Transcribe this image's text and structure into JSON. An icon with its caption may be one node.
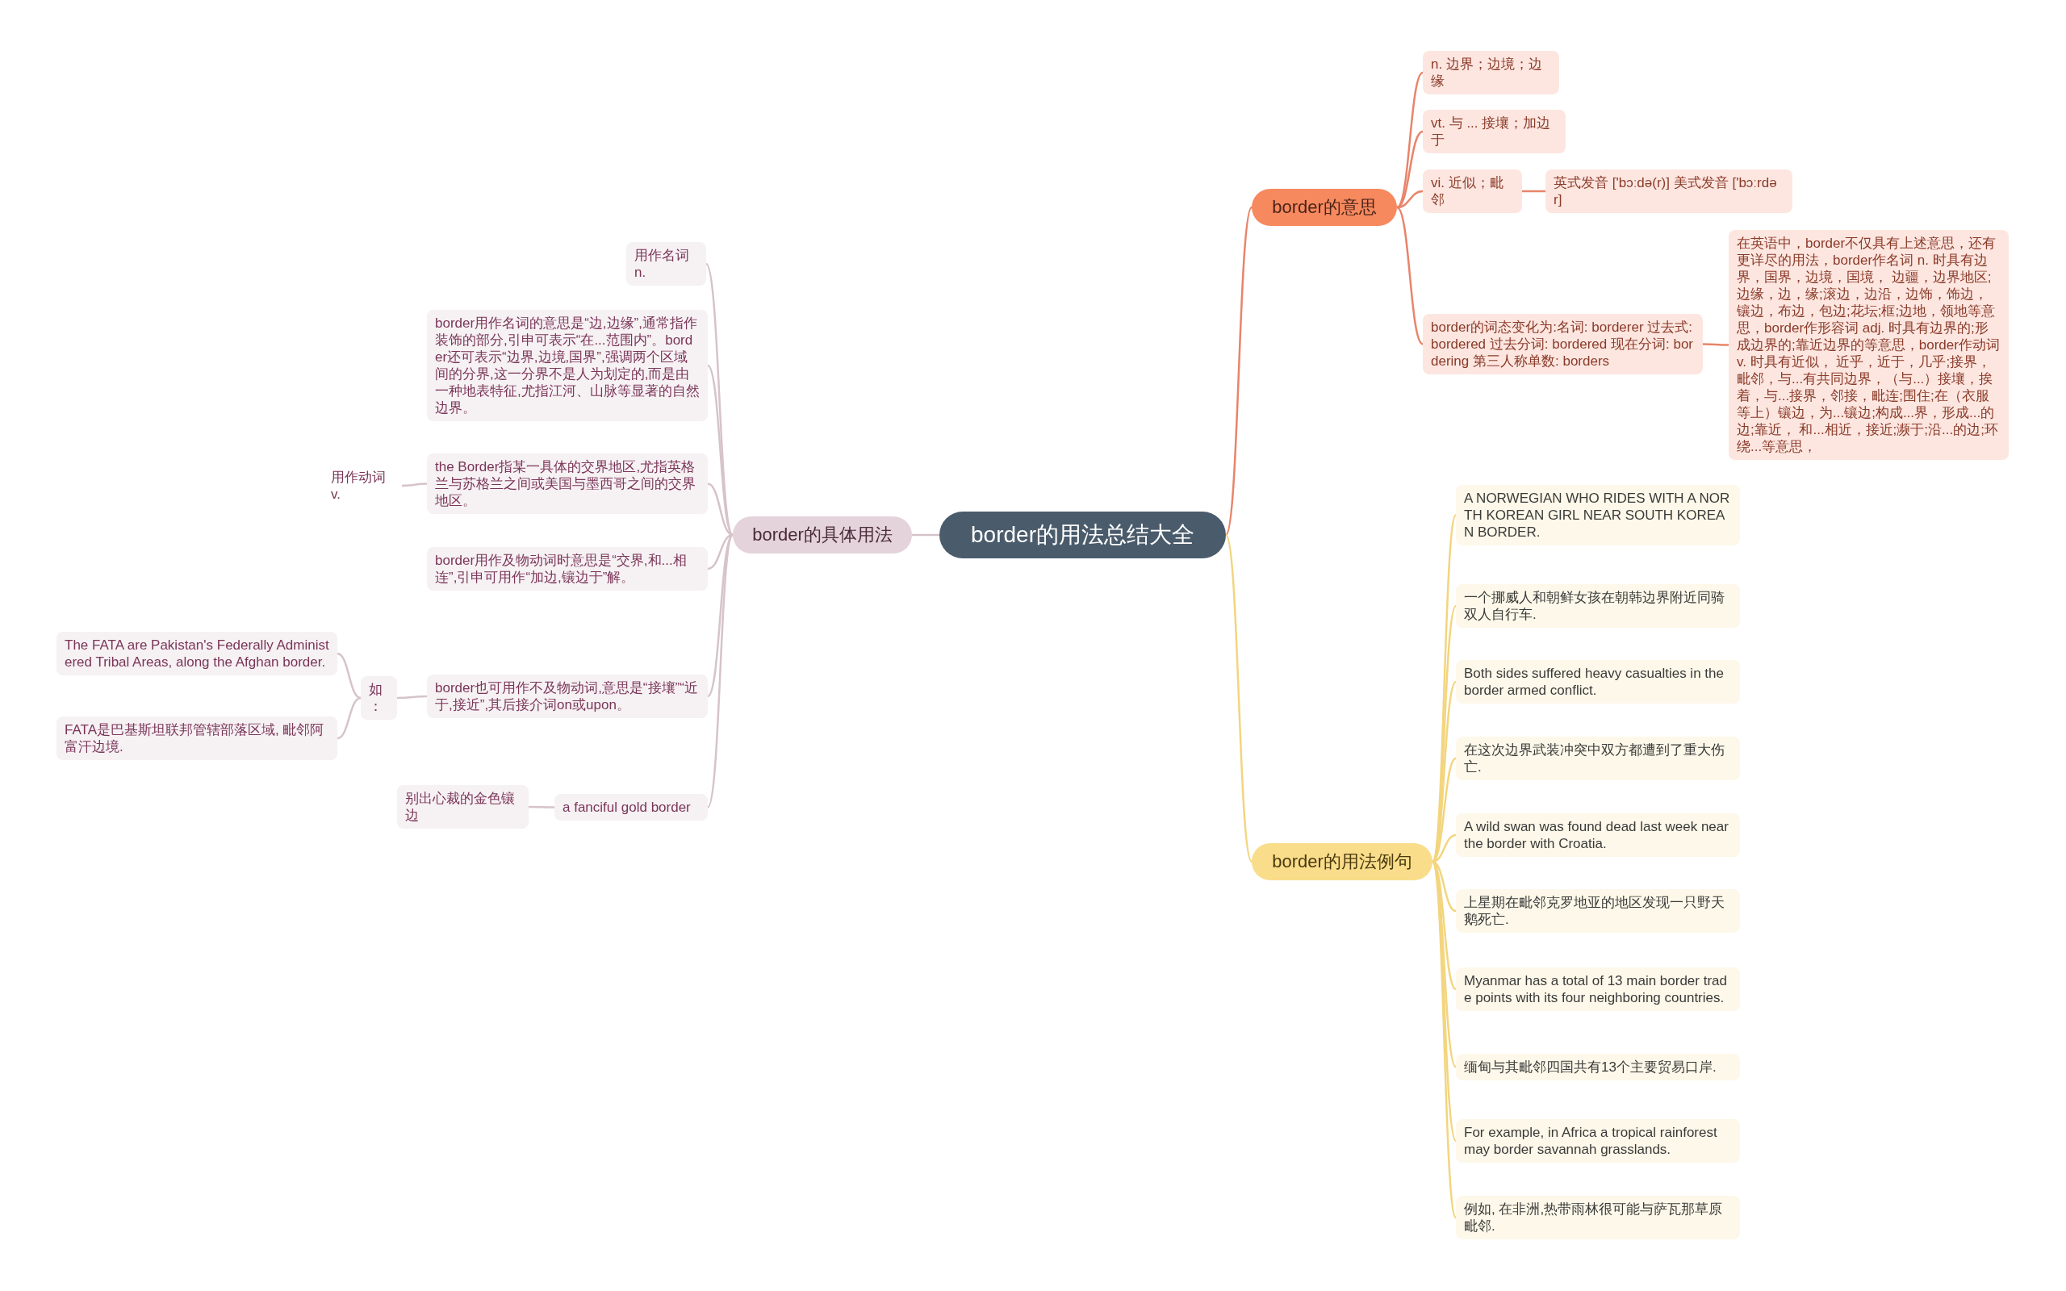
{
  "diagram": {
    "nodes": [
      {
        "text": [
          "border的用法总结大全"
        ]
      },
      {
        "text": [
          "border的意思"
        ]
      },
      {
        "text": [
          "n. 边界；边境；边缘"
        ]
      },
      {
        "text": [
          "vt. 与 ... 接壤；加边于"
        ]
      },
      {
        "text": [
          "vi. 近似；毗邻"
        ]
      },
      {
        "text": [
          "英式发音 ['bɔːdə(r)] 美式发音 ['bɔːrdər]"
        ]
      },
      {
        "text": [
          "border的词态变化为:名词: borderer 过去式: bordered 过去分词: bordered 现在分词: bordering 第三人称单数: borders"
        ]
      },
      {
        "text": [
          "在英语中，border不仅具有上述意思，还有更详尽的用法，border作名词 n. 时具有边界，国界，边境，国境， 边疆，边界地区;边缘，边，缘;滚边，边沿，边饰，饰边，镶边，布边，包边;花坛;框;边地，领地等意思，border作形容词 adj. 时具有边界的;形成边界的;靠近边界的等意思，border作动词 v. 时具有近似， 近乎，近于，几乎;接界，毗邻，与...有共同边界，（与...）接壤，挨着，与...接界，邻接，毗连;围住;在（衣服等上）镶边，为...镶边;构成...界，形成...的边;靠近， 和...相近，接近;濒于;沿...的边;环绕...等意思，"
        ]
      },
      {
        "text": [
          "border的用法例句"
        ]
      },
      {
        "text": [
          "A NORWEGIAN WHO RIDES WITH A NORTH KOREAN GIRL NEAR SOUTH KOREAN BORDER."
        ]
      },
      {
        "text": [
          "一个挪威人和朝鲜女孩在朝韩边界附近同骑双人自行车."
        ]
      },
      {
        "text": [
          "Both sides suffered heavy casualties in the border armed conflict."
        ]
      },
      {
        "text": [
          "在这次边界武装冲突中双方都遭到了重大伤亡."
        ]
      },
      {
        "text": [
          "A wild swan was found dead last week near the border with Croatia."
        ]
      },
      {
        "text": [
          "上星期在毗邻克罗地亚的地区发现一只野天鹅死亡."
        ]
      },
      {
        "text": [
          "Myanmar has a total of 13 main border trade points with its four neighboring countries."
        ]
      },
      {
        "text": [
          "缅甸与其毗邻四国共有13个主要贸易口岸."
        ]
      },
      {
        "text": [
          "For example, in Africa a tropical rainforest may border savannah grasslands."
        ]
      },
      {
        "text": [
          "例如, 在非洲,热带雨林很可能与萨瓦那草原毗邻."
        ]
      },
      {
        "text": [
          "border的具体用法"
        ]
      },
      {
        "text": [
          "用作名词 n."
        ]
      },
      {
        "text": [
          "border用作名词的意思是“边,边缘”,通常指作装饰的部分,引申可表示“在...范围内”。border还可表示“边界,边境,国界”,强调两个区域间的分界,这一分界不是人为划定的,而是由一种地表特征,尤指江河、山脉等显著的自然边界。"
        ]
      },
      {
        "text": [
          "the Border指某一具体的交界地区,尤指英格兰与苏格兰之间或美国与墨西哥之间的交界地区。"
        ]
      },
      {
        "text": [
          "用作动词 v."
        ]
      },
      {
        "text": [
          "border用作及物动词时意思是“交界,和...相连”,引申可用作“加边,镶边于”解。"
        ]
      },
      {
        "text": [
          "border也可用作不及物动词,意思是“接壤”“近于,接近”,其后接介词on或upon。"
        ]
      },
      {
        "text": [
          "如："
        ]
      },
      {
        "text": [
          "The FATA are Pakistan's Federally Administered Tribal Areas, along the Afghan border."
        ]
      },
      {
        "text": [
          "FATA是巴基斯坦联邦管辖部落区域, 毗邻阿富汗边境."
        ]
      },
      {
        "text": [
          "a fanciful gold border"
        ]
      },
      {
        "text": [
          "别出心裁的金色镶边"
        ]
      }
    ],
    "edges": [
      {
        "from": 0,
        "to": 1,
        "arrow": "none",
        "color": "#e8846a"
      },
      {
        "from": 1,
        "to": 2,
        "arrow": "none",
        "color": "#e8846a"
      },
      {
        "from": 1,
        "to": 3,
        "arrow": "none",
        "color": "#e8846a"
      },
      {
        "from": 1,
        "to": 4,
        "arrow": "none",
        "color": "#e8846a"
      },
      {
        "from": 4,
        "to": 5,
        "arrow": "none",
        "color": "#e8846a"
      },
      {
        "from": 1,
        "to": 6,
        "arrow": "none",
        "color": "#e8846a"
      },
      {
        "from": 6,
        "to": 7,
        "arrow": "none",
        "color": "#e8846a"
      },
      {
        "from": 0,
        "to": 8,
        "arrow": "none",
        "color": "#f3d57e"
      },
      {
        "from": 8,
        "to": 9,
        "arrow": "none",
        "color": "#f3d57e"
      },
      {
        "from": 8,
        "to": 10,
        "arrow": "none",
        "color": "#f3d57e"
      },
      {
        "from": 8,
        "to": 11,
        "arrow": "none",
        "color": "#f3d57e"
      },
      {
        "from": 8,
        "to": 12,
        "arrow": "none",
        "color": "#f3d57e"
      },
      {
        "from": 8,
        "to": 13,
        "arrow": "none",
        "color": "#f3d57e"
      },
      {
        "from": 8,
        "to": 14,
        "arrow": "none",
        "color": "#f3d57e"
      },
      {
        "from": 8,
        "to": 15,
        "arrow": "none",
        "color": "#f3d57e"
      },
      {
        "from": 8,
        "to": 16,
        "arrow": "none",
        "color": "#f3d57e"
      },
      {
        "from": 8,
        "to": 17,
        "arrow": "none",
        "color": "#f3d57e"
      },
      {
        "from": 8,
        "to": 18,
        "arrow": "none",
        "color": "#f3d57e"
      },
      {
        "from": 0,
        "to": 19,
        "arrow": "none"
      },
      {
        "from": 19,
        "to": 20,
        "arrow": "none"
      },
      {
        "from": 19,
        "to": 21,
        "arrow": "none"
      },
      {
        "from": 19,
        "to": 22,
        "arrow": "none"
      },
      {
        "from": 22,
        "to": 23,
        "arrow": "none"
      },
      {
        "from": 19,
        "to": 24,
        "arrow": "none"
      },
      {
        "from": 19,
        "to": 25,
        "arrow": "none"
      },
      {
        "from": 25,
        "to": 26,
        "arrow": "none"
      },
      {
        "from": 26,
        "to": 27,
        "arrow": "none"
      },
      {
        "from": 26,
        "to": 28,
        "arrow": "none"
      },
      {
        "from": 19,
        "to": 29,
        "arrow": "none"
      },
      {
        "from": 29,
        "to": 30,
        "arrow": "none"
      }
    ]
  }
}
